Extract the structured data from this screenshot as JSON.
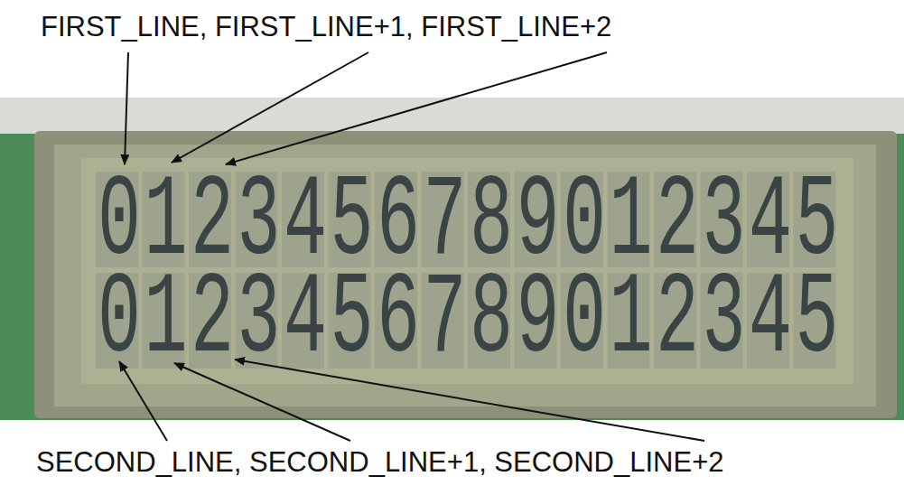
{
  "diagram": {
    "labels": [
      "FIRST_LINE, FIRST_LINE+1, FIRST_LINE+2",
      "0123456789012345",
      "0123456789012345",
      "SECOND_LINE, SECOND_LINE+1, SECOND_LINE+2"
    ]
  }
}
